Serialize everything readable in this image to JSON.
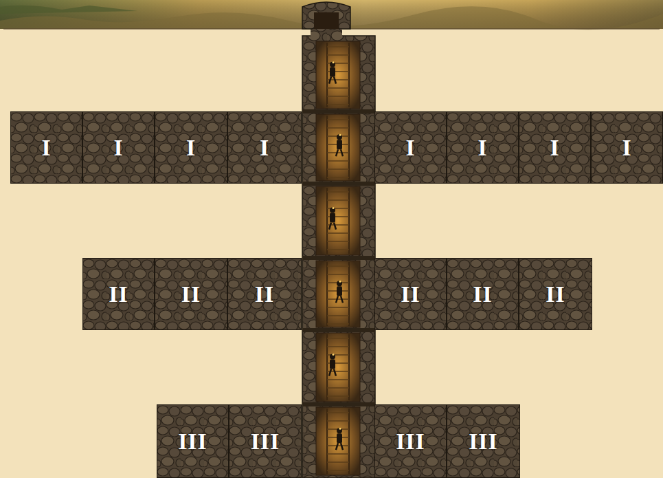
{
  "diagram": {
    "nodes": [
      {
        "text": [
          "I"
        ]
      },
      {
        "text": [
          "I"
        ]
      },
      {
        "text": [
          "I"
        ]
      },
      {
        "text": [
          "I"
        ]
      },
      {
        "text": [
          "I"
        ]
      },
      {
        "text": [
          "I"
        ]
      },
      {
        "text": [
          "I"
        ]
      },
      {
        "text": [
          "I"
        ]
      },
      {
        "text": [
          "II"
        ]
      },
      {
        "text": [
          "II"
        ]
      },
      {
        "text": [
          "II"
        ]
      },
      {
        "text": [
          "II"
        ]
      },
      {
        "text": [
          "II"
        ]
      },
      {
        "text": [
          "II"
        ]
      },
      {
        "text": [
          "III"
        ]
      },
      {
        "text": [
          "III"
        ]
      },
      {
        "text": [
          "III"
        ]
      },
      {
        "text": [
          "III"
        ]
      }
    ]
  }
}
